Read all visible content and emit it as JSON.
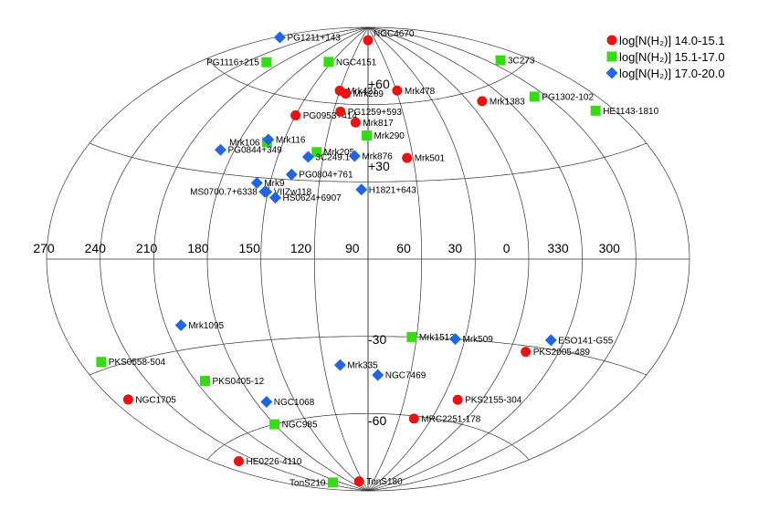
{
  "chart_data": {
    "type": "scatter",
    "projection": "Aitoff (all-sky, galactic coordinates)",
    "longitude_tick_labels": [
      "270",
      "240",
      "210",
      "180",
      "150",
      "120",
      "90",
      "60",
      "30",
      "0",
      "330",
      "300"
    ],
    "latitude_tick_labels": [
      "+60",
      "+30",
      "-30",
      "-60"
    ],
    "legend_placement": "top-right",
    "series": [
      {
        "name": "log[N(H₂)] 14.0-15.1",
        "color": "#ee1111",
        "marker": "circle",
        "points": [
          {
            "label": "NGC4670",
            "l": 90,
            "b": 85
          },
          {
            "label": "Mrk421",
            "l": 120,
            "b": 65
          },
          {
            "label": "Mrk209",
            "l": 113,
            "b": 64
          },
          {
            "label": "Mrk478",
            "l": 59,
            "b": 65
          },
          {
            "label": "PG0953+414",
            "l": 150,
            "b": 54
          },
          {
            "label": "PG1259+593",
            "l": 114,
            "b": 57
          },
          {
            "label": "Mrk817",
            "l": 100,
            "b": 53
          },
          {
            "label": "Mrk1383",
            "l": 349,
            "b": 56
          },
          {
            "label": "Mrk501",
            "l": 64,
            "b": 39
          },
          {
            "label": "NGC1705",
            "l": 261,
            "b": -39
          },
          {
            "label": "PKS2005-489",
            "l": 350,
            "b": -32
          },
          {
            "label": "PKS2155-304",
            "l": 18,
            "b": -52
          },
          {
            "label": "MRC2251-178",
            "l": 46,
            "b": -61
          },
          {
            "label": "HE0226-4110",
            "l": 253,
            "b": -65
          },
          {
            "label": "TonS180",
            "l": 139,
            "b": -86
          }
        ]
      },
      {
        "name": "log[N(H₂)] 15.1-17.0",
        "color": "#33dd11",
        "marker": "square",
        "points": [
          {
            "label": "NGC4151",
            "l": 155,
            "b": 75
          },
          {
            "label": "PG1116+215",
            "l": 224,
            "b": 68
          },
          {
            "label": "3C273",
            "l": 290,
            "b": 64
          },
          {
            "label": "PG1302-102",
            "l": 308,
            "b": 52
          },
          {
            "label": "HE1143-1810",
            "l": 281,
            "b": 42
          },
          {
            "label": "Mrk290",
            "l": 91,
            "b": 48
          },
          {
            "label": "Mrk106",
            "l": 161,
            "b": 43
          },
          {
            "label": "Mrk205",
            "l": 125,
            "b": 41
          },
          {
            "label": "Mrk1513",
            "l": 63,
            "b": -30
          },
          {
            "label": "PKS0558-504",
            "l": 258,
            "b": -28
          },
          {
            "label": "PKS0405-12",
            "l": 204,
            "b": -41
          },
          {
            "label": "NGC985",
            "l": 180,
            "b": -60
          },
          {
            "label": "TonS210",
            "l": 225,
            "b": -83
          }
        ]
      },
      {
        "name": "log[N(H₂)] 17.0-20.0",
        "color": "#1f66e5",
        "marker": "diamond",
        "points": [
          {
            "label": "PG1211+143",
            "l": 267,
            "b": 74
          },
          {
            "label": "Mrk116",
            "l": 161,
            "b": 44
          },
          {
            "label": "PG0844+349",
            "l": 189,
            "b": 38
          },
          {
            "label": "3C249.1",
            "l": 130,
            "b": 39
          },
          {
            "label": "Mrk876",
            "l": 99,
            "b": 40
          },
          {
            "label": "PG0804+761",
            "l": 138,
            "b": 32
          },
          {
            "label": "Mrk9",
            "l": 158,
            "b": 28
          },
          {
            "label": "MS0700.7+6338",
            "l": 152,
            "b": 25
          },
          {
            "label": "VIIZw118",
            "l": 151,
            "b": 25
          },
          {
            "label": "HS0624+6907",
            "l": 145,
            "b": 23
          },
          {
            "label": "H1821+643",
            "l": 94,
            "b": 27
          },
          {
            "label": "Mrk1095",
            "l": 201,
            "b": -22
          },
          {
            "label": "Mrk509",
            "l": 36,
            "b": -30
          },
          {
            "label": "ESO141-G55",
            "l": 338,
            "b": -27
          },
          {
            "label": "Mrk335",
            "l": 109,
            "b": -41
          },
          {
            "label": "NGC7469",
            "l": 83,
            "b": -45
          },
          {
            "label": "NGC1068",
            "l": 172,
            "b": -52
          }
        ]
      }
    ]
  }
}
